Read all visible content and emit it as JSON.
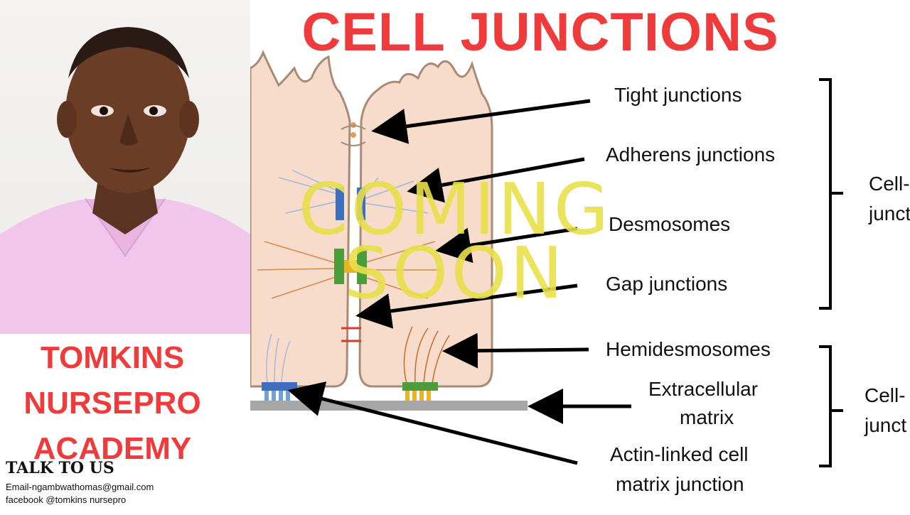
{
  "title": "CELL JUNCTIONS",
  "overlay": {
    "line1": "COMING",
    "line2": "SOON"
  },
  "labels": {
    "tight": "Tight junctions",
    "adherens": "Adherens junctions",
    "desmosomes": "Desmosomes",
    "gap": "Gap junctions",
    "hemidesmosomes": "Hemidesmosomes",
    "ecm_line1": "Extracellular",
    "ecm_line2": "matrix",
    "actin_line1": "Actin-linked cell",
    "actin_line2": "matrix junction"
  },
  "groups": {
    "cell_cell_line1": "Cell-",
    "cell_cell_line2": "junct",
    "cell_matrix_line1": "Cell-",
    "cell_matrix_line2": "junct"
  },
  "academy": {
    "line1": "TOMKINS",
    "line2": "NURSEPRO",
    "line3": "ACADEMY"
  },
  "contact": {
    "heading": "TALK TO US",
    "email": "Email-ngambwathomas@gmail.com",
    "facebook": "facebook @tomkins nursepro"
  },
  "colors": {
    "title": "#ef3b3b",
    "overlay": "#e8e04a",
    "cell_fill": "#f8dccb",
    "cell_stroke": "#a88a78"
  }
}
